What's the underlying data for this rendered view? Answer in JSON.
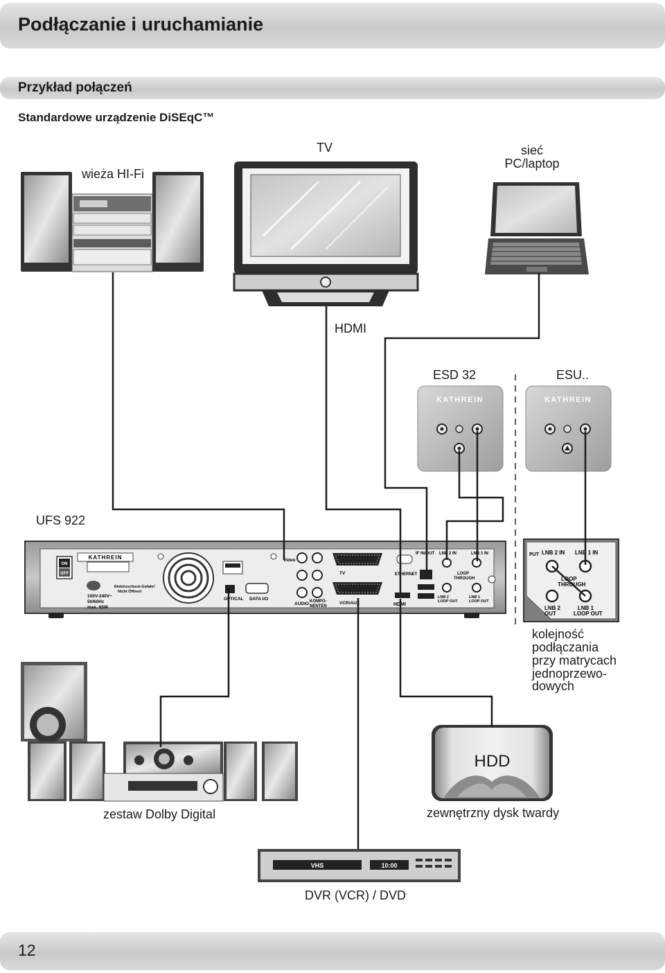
{
  "header": {
    "title": "Podłączanie i uruchamianie"
  },
  "subheader": {
    "title": "Przykład połączeń"
  },
  "section": {
    "title": "Standardowe urządzenie DiSEqC™"
  },
  "labels": {
    "hifi": "wieża HI-Fi",
    "tv": "TV",
    "network_line1": "sieć",
    "network_line2": "PC/laptop",
    "hdmi": "HDMI",
    "esd": "ESD 32",
    "esu": "ESU..",
    "receiver": "UFS 922",
    "note_lines": [
      "kolejność",
      "podłączania",
      "przy matrycach",
      "jednoprzewo-",
      "dowych"
    ],
    "hdd": "HDD",
    "dolby": "zestaw Dolby Digital",
    "ext_disk": "zewnętrzny dysk twardy",
    "dvr": "DVR (VCR) / DVD"
  },
  "devices": {
    "brand": "KATHREIN",
    "vcr_display_1": "VHS",
    "vcr_display_2": "10:00",
    "receiver_ports": {
      "on": "ON",
      "off": "OFF",
      "optical": "OPTICAL",
      "data": "DATA I/O",
      "audio": "AUDIO",
      "komponenten": "KOMPO-NENTEN",
      "tv": "TV",
      "vcr": "VCR/AUX",
      "ethernet": "ETHERNET",
      "hdmi": "HDMI",
      "if_in_out": "IF IN/OUT",
      "lnb2_in": "LNB 2 IN",
      "lnb1_in": "LNB 1 IN",
      "loop_through": "LOOP THROUGH",
      "lnb2_loop": "LNB 2 LOOP OUT",
      "lnb1_loop": "LNB 1 LOOP OUT",
      "power_spec": "100V-240V~ 50/60Hz max. 65W",
      "video": "Video",
      "warning": "Elektroschock-Gefahr! Nicht Öffnen!"
    },
    "inset_ports": {
      "lnb2_in": "LNB 2 IN",
      "lnb1_in": "LNB 1 IN",
      "loop_through": "LOOP THROUGH",
      "lnb2_out": "LNB 2 OUT",
      "lnb1_out": "LNB 1 LOOP OUT"
    }
  },
  "page": {
    "number": "12"
  }
}
